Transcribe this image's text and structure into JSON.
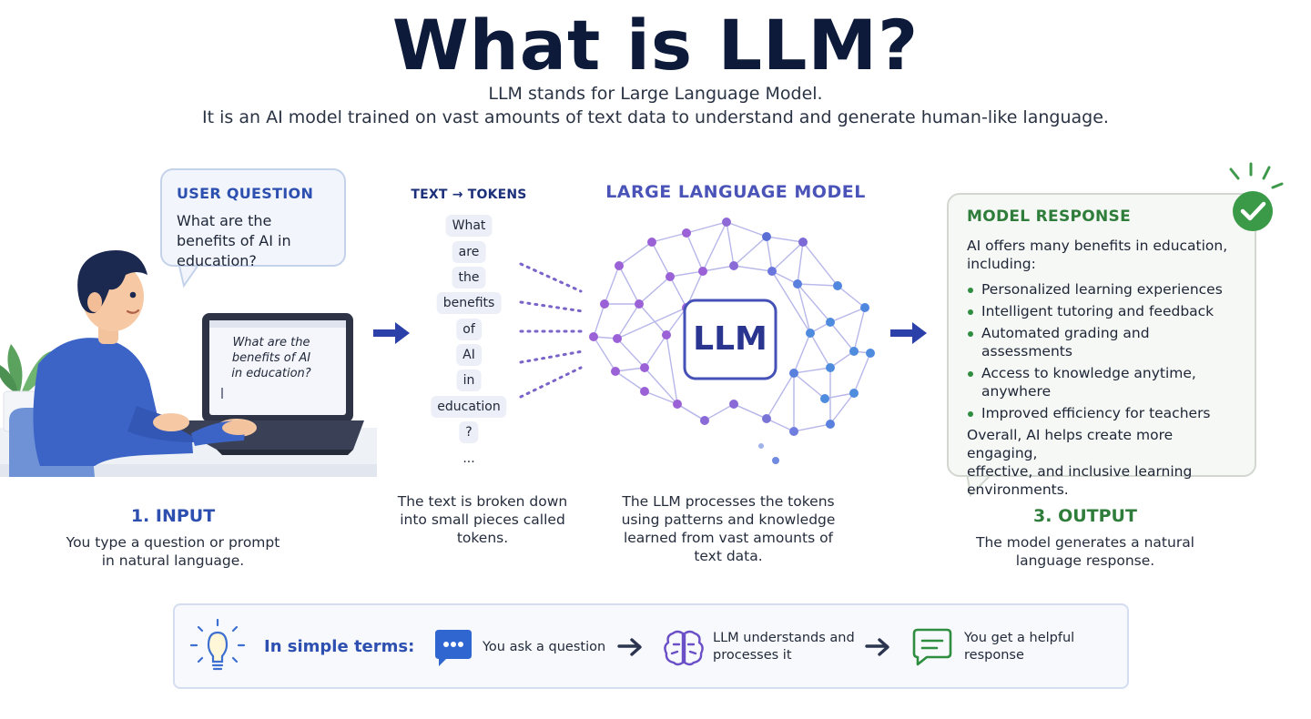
{
  "header": {
    "title": "What is LLM?",
    "subtitle_line1": "LLM stands for Large Language Model.",
    "subtitle_line2": "It is an AI model trained on vast amounts of text data to understand and generate human-like language."
  },
  "input_section": {
    "bubble_heading": "USER QUESTION",
    "bubble_question": "What are the benefits of AI in education?",
    "laptop_line1": "What are the",
    "laptop_line2": "benefits of AI",
    "laptop_line3": "in education?",
    "step_title": "1. INPUT",
    "step_desc_line1": "You type a question or prompt",
    "step_desc_line2": "in natural language."
  },
  "tokens_section": {
    "heading": "TEXT → TOKENS",
    "tokens": [
      "What",
      "are",
      "the",
      "benefits",
      "of",
      "AI",
      "in",
      "education",
      "?",
      "..."
    ],
    "desc_line1": "The text is broken down",
    "desc_line2": "into small pieces called",
    "desc_line3": "tokens."
  },
  "model_section": {
    "heading": "LARGE LANGUAGE MODEL",
    "core_label": "LLM",
    "desc_line1": "The LLM processes the tokens",
    "desc_line2": "using patterns and knowledge",
    "desc_line3": "learned from vast amounts of",
    "desc_line4": "text data."
  },
  "output_section": {
    "card_heading": "MODEL RESPONSE",
    "intro_line1": "AI offers many benefits in education,",
    "intro_line2": "including:",
    "benefits": [
      "Personalized learning experiences",
      "Intelligent tutoring and feedback",
      "Automated grading and assessments",
      "Access to knowledge anytime, anywhere",
      "Improved efficiency for teachers"
    ],
    "outro_line1": "Overall, AI helps create more engaging,",
    "outro_line2": "effective, and inclusive learning",
    "outro_line3": "environments.",
    "step_title": "3. OUTPUT",
    "step_desc_line1": "The model generates a natural",
    "step_desc_line2": "language response."
  },
  "summary": {
    "label": "In simple terms:",
    "step1": "You ask a question",
    "step2_line1": "LLM understands and",
    "step2_line2": "processes it",
    "step3_line1": "You get a helpful",
    "step3_line2": "response"
  },
  "icons": [
    "lightbulb-icon",
    "chat-bubble-icon",
    "brain-icon",
    "message-icon",
    "check-icon",
    "arrow-right-icon"
  ],
  "colors": {
    "blue_accent": "#2d4fb0",
    "navy_title": "#0d1a3a",
    "purple_model": "#4a53b8",
    "green_output": "#2f7d3a",
    "arrow_blue": "#2b40a8"
  }
}
